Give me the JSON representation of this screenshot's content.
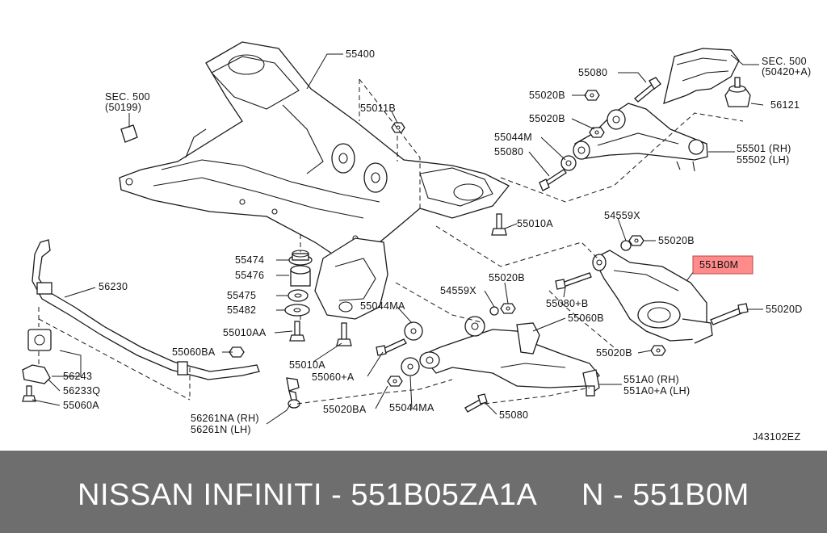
{
  "diagram": {
    "ref_code": "J43102EZ",
    "highlight_label": "551B0M",
    "highlight_color": "#ff8b8b",
    "labels": {
      "p55400": "55400",
      "sec500_left_a": "SEC. 500",
      "sec500_left_b": "(50199)",
      "p55011B": "55011B",
      "p55080_top": "55080",
      "p55020B_1": "55020B",
      "p55020B_2": "55020B",
      "sec500_right_a": "SEC. 500",
      "sec500_right_b": "(50420+A)",
      "p56121": "56121",
      "p55044M": "55044M",
      "p55080_mid": "55080",
      "p55501": "55501 (RH)",
      "p55502": "55502 (LH)",
      "p55010A_right": "55010A",
      "p54559X_top": "54559X",
      "p55020B_3": "55020B",
      "p55474": "55474",
      "p55476": "55476",
      "p55475": "55475",
      "p55482": "55482",
      "p56230": "56230",
      "p55010AA": "55010AA",
      "p54559X_mid": "54559X",
      "p55020B_4": "55020B",
      "p55080B": "55080+B",
      "p55020D": "55020D",
      "p55044MA_top": "55044MA",
      "p55060B": "55060B",
      "p55060BA": "55060BA",
      "p55010A_mid": "55010A",
      "p55060A_plus": "55060+A",
      "p55020B_5": "55020B",
      "p56243": "56243",
      "p56233Q": "56233Q",
      "p55060A": "55060A",
      "p551A0": "551A0 (RH)",
      "p551A0A": "551A0+A (LH)",
      "p56261NA": "56261NA (RH)",
      "p56261N": "56261N (LH)",
      "p55020BA": "55020BA",
      "p55044MA_bot": "55044MA",
      "p55080_bot": "55080"
    }
  },
  "banner": {
    "main_text": "NISSAN  INFINITI - 551B05ZA1A",
    "right_text": "N - 551B0M",
    "background": "#6e6e6e"
  }
}
